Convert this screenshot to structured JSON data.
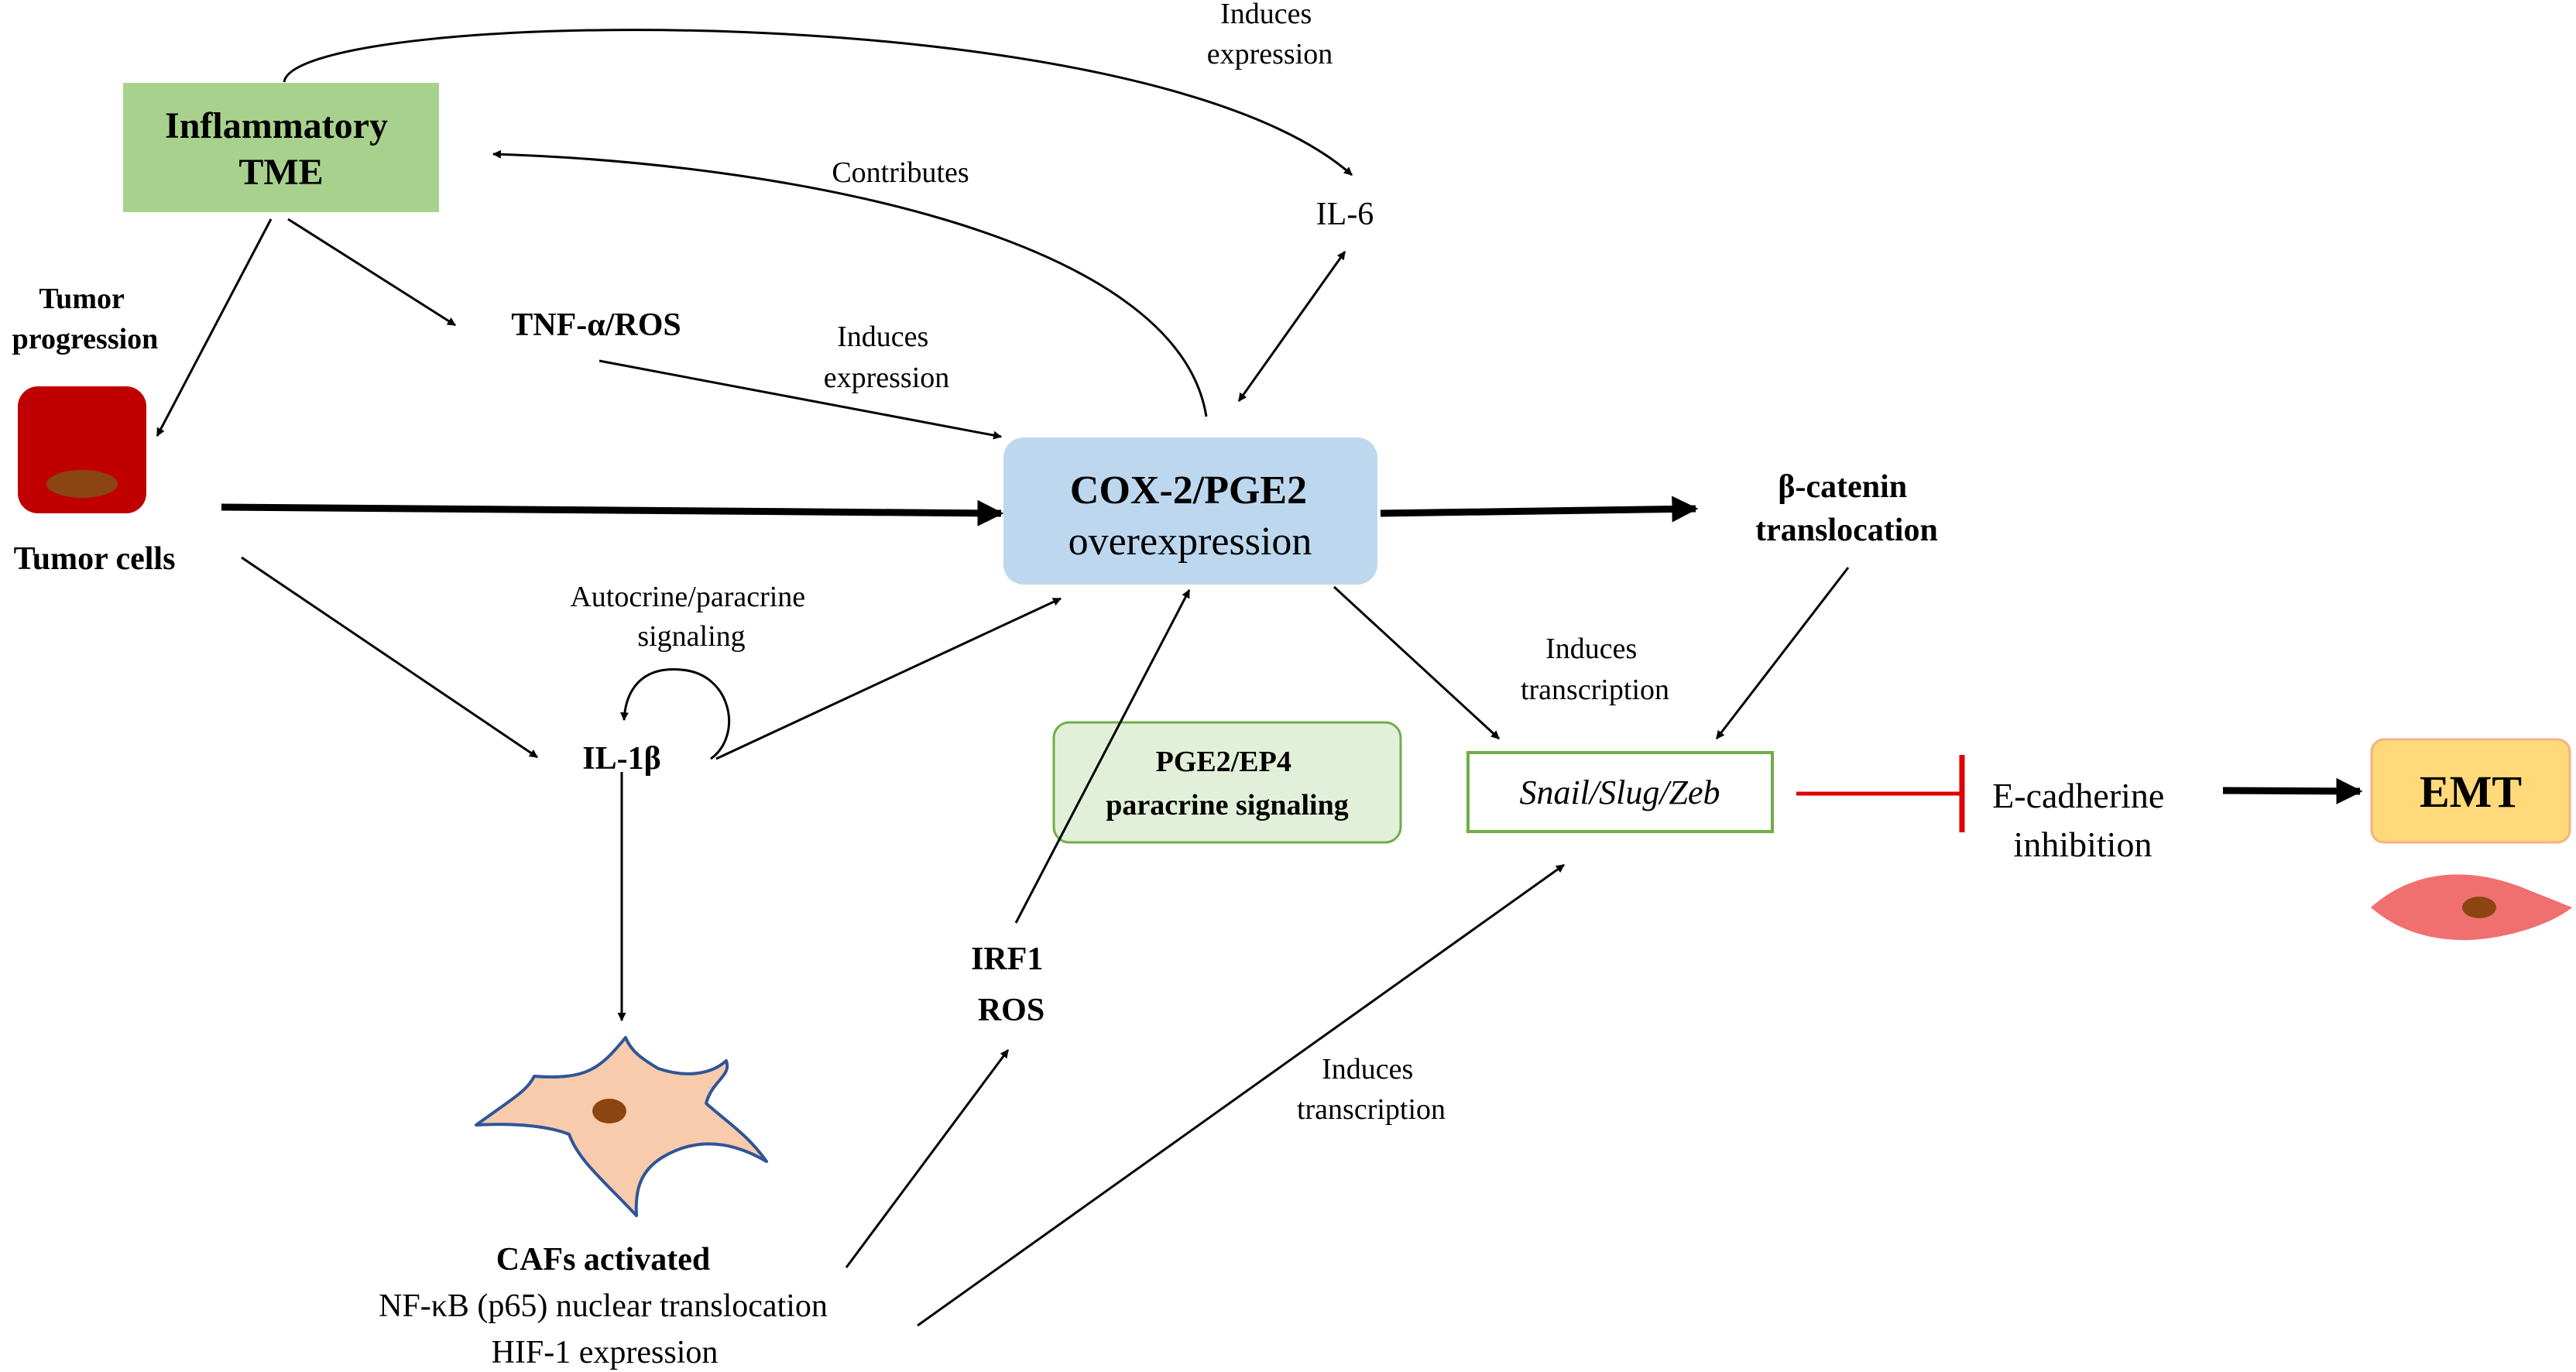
{
  "nodes": {
    "inflammatory_tme": [
      "Inflammatory",
      "TME"
    ],
    "tumor_progression": [
      "Tumor",
      "progression"
    ],
    "tumor_cells": "Tumor cells",
    "tnf_ros": "TNF-α/ROS",
    "il6": "IL-6",
    "cox2": [
      "COX-2/PGE2",
      "overexpression"
    ],
    "beta_catenin": [
      "β-catenin",
      "translocation"
    ],
    "il1b": "IL-1β",
    "pge2_ep4": [
      "PGE2/EP4",
      "paracrine signaling"
    ],
    "snail": "Snail/Slug/Zeb",
    "ecadherin": [
      "E-cadherine",
      "inhibition"
    ],
    "emt": "EMT",
    "irf1_ros": [
      "IRF1",
      "ROS"
    ],
    "cafs_title": "CAFs activated",
    "cafs_lines": [
      "NF-κB (p65) nuclear translocation",
      "HIF-1 expression"
    ]
  },
  "edge_labels": {
    "induces_expression_top": [
      "Induces",
      "expression"
    ],
    "contributes": "Contributes",
    "induces_expression_mid": [
      "Induces",
      "expression"
    ],
    "autocrine": [
      "Autocrine/paracrine",
      "signaling"
    ],
    "induces_transcription_right": [
      "Induces",
      "transcription"
    ],
    "induces_transcription_bottom": [
      "Induces",
      "transcription"
    ]
  },
  "colors": {
    "tme_box": "#a9d18e",
    "cox2_box": "#bdd7ee",
    "pge2_box_fill": "#e2f0d9",
    "pge2_box_stroke": "#70ad47",
    "snail_box_stroke": "#70ad47",
    "emt_box_fill": "#ffd97a",
    "emt_box_stroke": "#f4b183",
    "tumor_cell": "#c00000",
    "nucleus": "#8b4513",
    "caf_fill": "#f8cbad",
    "caf_stroke": "#2f5597",
    "mesenchymal_cell": "#f07070",
    "inhibition": "#e00000"
  }
}
